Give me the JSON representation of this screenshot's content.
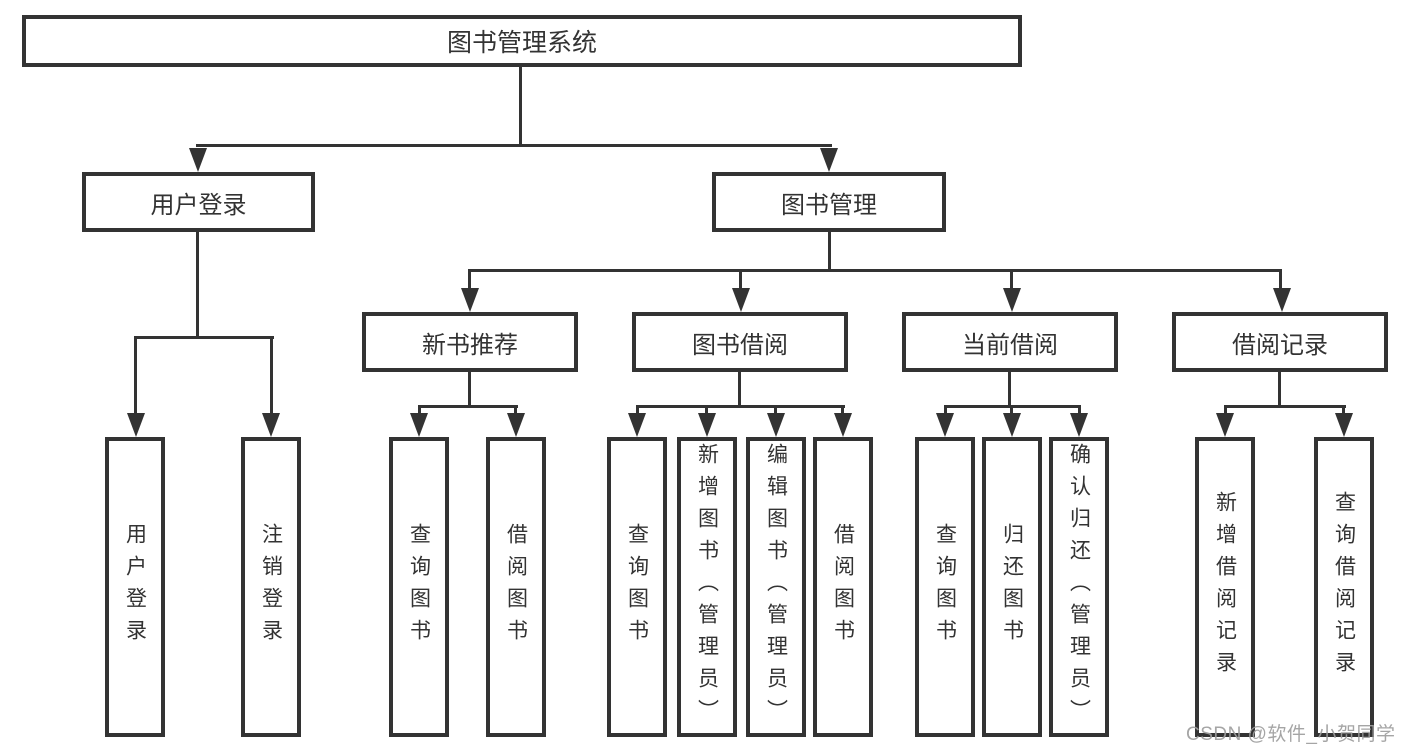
{
  "nodes": {
    "root": "图书管理系统",
    "l1": [
      "用户登录",
      "图书管理"
    ],
    "l2": [
      "新书推荐",
      "图书借阅",
      "当前借阅",
      "借阅记录"
    ],
    "leaves": [
      "用户登录",
      "注销登录",
      "查询图书",
      "借阅图书",
      "查询图书",
      "新增图书（管理员）",
      "编辑图书（管理员）",
      "借阅图书",
      "查询图书",
      "归还图书",
      "确认归还（管理员）",
      "新增借阅记录",
      "查询借阅记录"
    ]
  },
  "structure": {
    "图书管理系统": [
      "用户登录",
      "图书管理"
    ],
    "用户登录": [
      "用户登录",
      "注销登录"
    ],
    "图书管理": [
      "新书推荐",
      "图书借阅",
      "当前借阅",
      "借阅记录"
    ],
    "新书推荐": [
      "查询图书",
      "借阅图书"
    ],
    "图书借阅": [
      "查询图书",
      "新增图书（管理员）",
      "编辑图书（管理员）",
      "借阅图书"
    ],
    "当前借阅": [
      "查询图书",
      "归还图书",
      "确认归还（管理员）"
    ],
    "借阅记录": [
      "新增借阅记录",
      "查询借阅记录"
    ]
  },
  "watermark": "CSDN @软件_小贺同学",
  "colors": {
    "line": "#333333",
    "text": "#333333",
    "background": "#ffffff",
    "watermark": "#9e9e9e"
  }
}
